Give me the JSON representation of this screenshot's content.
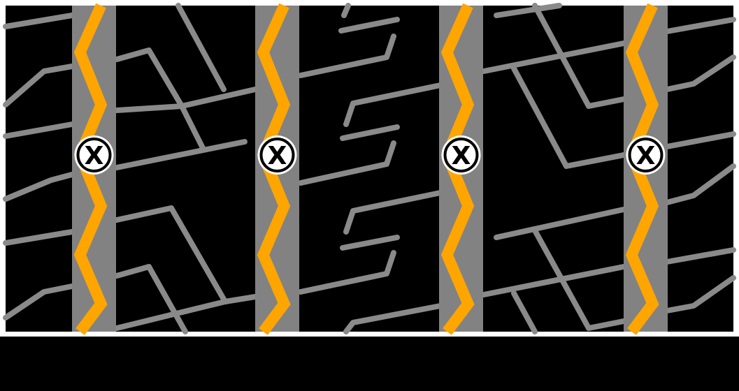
{
  "diagram": {
    "type": "tire-tread-pattern",
    "rib_count": 5,
    "groove_count": 4,
    "groove_markers": [
      {
        "label": "X",
        "kind": "circle-marker"
      },
      {
        "label": "X",
        "kind": "circle-marker"
      },
      {
        "label": "X",
        "kind": "circle-marker"
      },
      {
        "label": "X",
        "kind": "circle-marker"
      }
    ],
    "wear_indicator": "zigzag-line"
  },
  "colors": {
    "background": "#000000",
    "tread_panel": "#000000",
    "tread_border": "#ffffff",
    "sipe_lines": "#8a8a8a",
    "groove_fill": "#828282",
    "zigzag": "#ffa500",
    "marker_fill": "#ffffff",
    "marker_ring": "#000000",
    "marker_text": "#000000"
  }
}
